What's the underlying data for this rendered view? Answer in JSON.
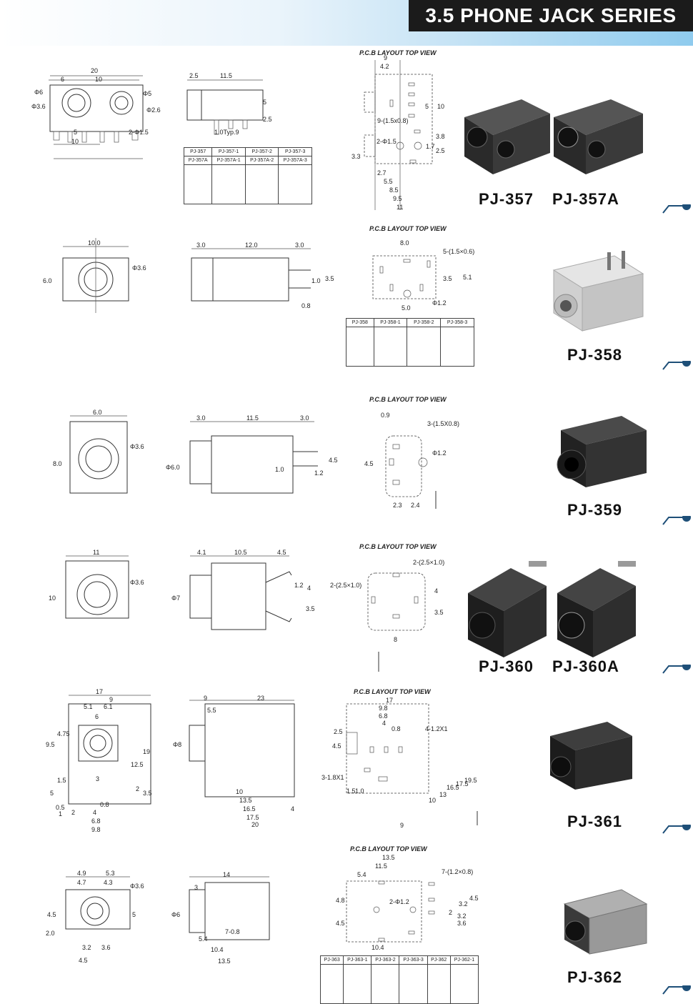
{
  "header": {
    "title": "3.5 PHONE JACK SERIES"
  },
  "pcb_label": "P.C.B LAYOUT     TOP VIEW",
  "sections": [
    {
      "models": [
        "PJ-357",
        "PJ-357A"
      ],
      "table": [
        [
          "PJ-357",
          "PJ-357-1",
          "PJ-357-2",
          "PJ-357-3"
        ],
        [
          "PJ-357A",
          "PJ-357A-1",
          "PJ-357A-2",
          "PJ-357A-3"
        ]
      ],
      "dims": {
        "w": "20",
        "a": "6",
        "b": "10",
        "phi6": "Φ6",
        "phi36": "Φ3.6",
        "phi5": "Φ5",
        "phi26": "Φ2.6",
        "five": "5",
        "ten": "10",
        "hole": "2-Φ1.5",
        "s25": "2.5",
        "s115": "11.5",
        "s5": "5",
        "s25b": "2.5",
        "typ": "1.0Typ.9",
        "p9": "9",
        "p42": "4.2",
        "p10": "10",
        "p5": "5",
        "slot": "9-(1.5x0.8)",
        "p38": "3.8",
        "p17": "1.7",
        "p25": "2.5",
        "h15": "2-Φ1.5",
        "p33": "3.3",
        "p27": "2.7",
        "p55": "5.5",
        "p85": "8.5",
        "p95": "9.5",
        "p11": "11"
      }
    },
    {
      "models": [
        "PJ-358"
      ],
      "table": [
        [
          "PJ-358",
          "PJ-358-1",
          "PJ-358-2",
          "PJ-358-3"
        ]
      ],
      "dims": {
        "w": "10.0",
        "h": "6.0",
        "phi": "Φ3.6",
        "a": "3.0",
        "b": "12.0",
        "c": "3.0",
        "d": "1.0",
        "e": "3.5",
        "f": "0.8",
        "p8": "8.0",
        "slot": "5-(1.5×0.6)",
        "p35": "3.5",
        "p51": "5.1",
        "p50": "5.0",
        "hole": "Φ1.2"
      }
    },
    {
      "models": [
        "PJ-359"
      ],
      "dims": {
        "w": "6.0",
        "h": "8.0",
        "phi": "Φ3.6",
        "a": "3.0",
        "b": "11.5",
        "c": "3.0",
        "d": "Φ6.0",
        "e": "4.5",
        "f": "1.0",
        "g": "1.2",
        "p09": "0.9",
        "slot": "3-(1.5X0.8)",
        "p45": "4.5",
        "hole": "Φ1.2",
        "p23": "2.3",
        "p24": "2.4"
      }
    },
    {
      "models": [
        "PJ-360",
        "PJ-360A"
      ],
      "dims": {
        "w": "11",
        "h": "10",
        "phi": "Φ3.6",
        "a": "4.1",
        "b": "10.5",
        "c": "4.5",
        "d": "Φ7",
        "e": "1.2",
        "f": "4",
        "g": "3.5",
        "slot1": "2-(2.5×1.0)",
        "slot2": "2-(2.5×1.0)",
        "p4": "4",
        "p35": "3.5",
        "p8": "8"
      }
    },
    {
      "models": [
        "PJ-361"
      ],
      "dims": {
        "w": "17",
        "a": "9",
        "b": "5.1",
        "c": "6.1",
        "d": "6",
        "e": "4.75",
        "f": "9.5",
        "g": "19",
        "h": "12.5",
        "i": "1.5",
        "j": "3",
        "k": "5",
        "l": "0.5",
        "m": "1",
        "n": "0.8",
        "o": "2",
        "p": "4",
        "q": "6.8",
        "r": "9.8",
        "s": "3.5",
        "t": "2",
        "s9": "9",
        "s55": "5.5",
        "s23": "23",
        "s8": "Φ8",
        "s10": "10",
        "s135": "13.5",
        "s165": "16.5",
        "s175": "17.5",
        "s20": "20",
        "s4": "4",
        "p17": "17",
        "p98": "9.8",
        "p68": "6.8",
        "p4": "4",
        "p08": "0.8",
        "p25": "2.5",
        "p45": "4.5",
        "slot": "4-1.2X1",
        "slot2": "3-1.8X1",
        "p15": "1.5",
        "p10": "1.0",
        "v10": "10",
        "v13": "13",
        "v165": "16.5",
        "v175": "17.5",
        "v195": "19.5",
        "p9": "9"
      }
    },
    {
      "models": [
        "PJ-362"
      ],
      "table": [
        [
          "PJ-363",
          "PJ-363-1",
          "PJ-363-2",
          "PJ-363-3",
          "PJ-362",
          "PJ-362-1"
        ]
      ],
      "dims": {
        "a": "4.9",
        "b": "5.3",
        "c": "4.7",
        "d": "4.3",
        "phi": "Φ3.6",
        "e": "4.5",
        "f": "5",
        "g": "2.0",
        "h": "3.2",
        "i": "3.6",
        "j": "4.5",
        "s14": "14",
        "s3": "3",
        "s6": "Φ6",
        "s54": "5.4",
        "s708": "7-0.8",
        "s104": "10.4",
        "s135": "13.5",
        "p135": "13.5",
        "p115": "11.5",
        "p54": "5.4",
        "slot": "7-(1.2×0.8)",
        "hole": "2-Φ1.2",
        "p48": "4.8",
        "p45": "4.5",
        "p45b": "4.5",
        "p32": "3.2",
        "p2": "2",
        "p32b": "3.2",
        "p36": "3.6",
        "p104": "10.4"
      }
    }
  ]
}
